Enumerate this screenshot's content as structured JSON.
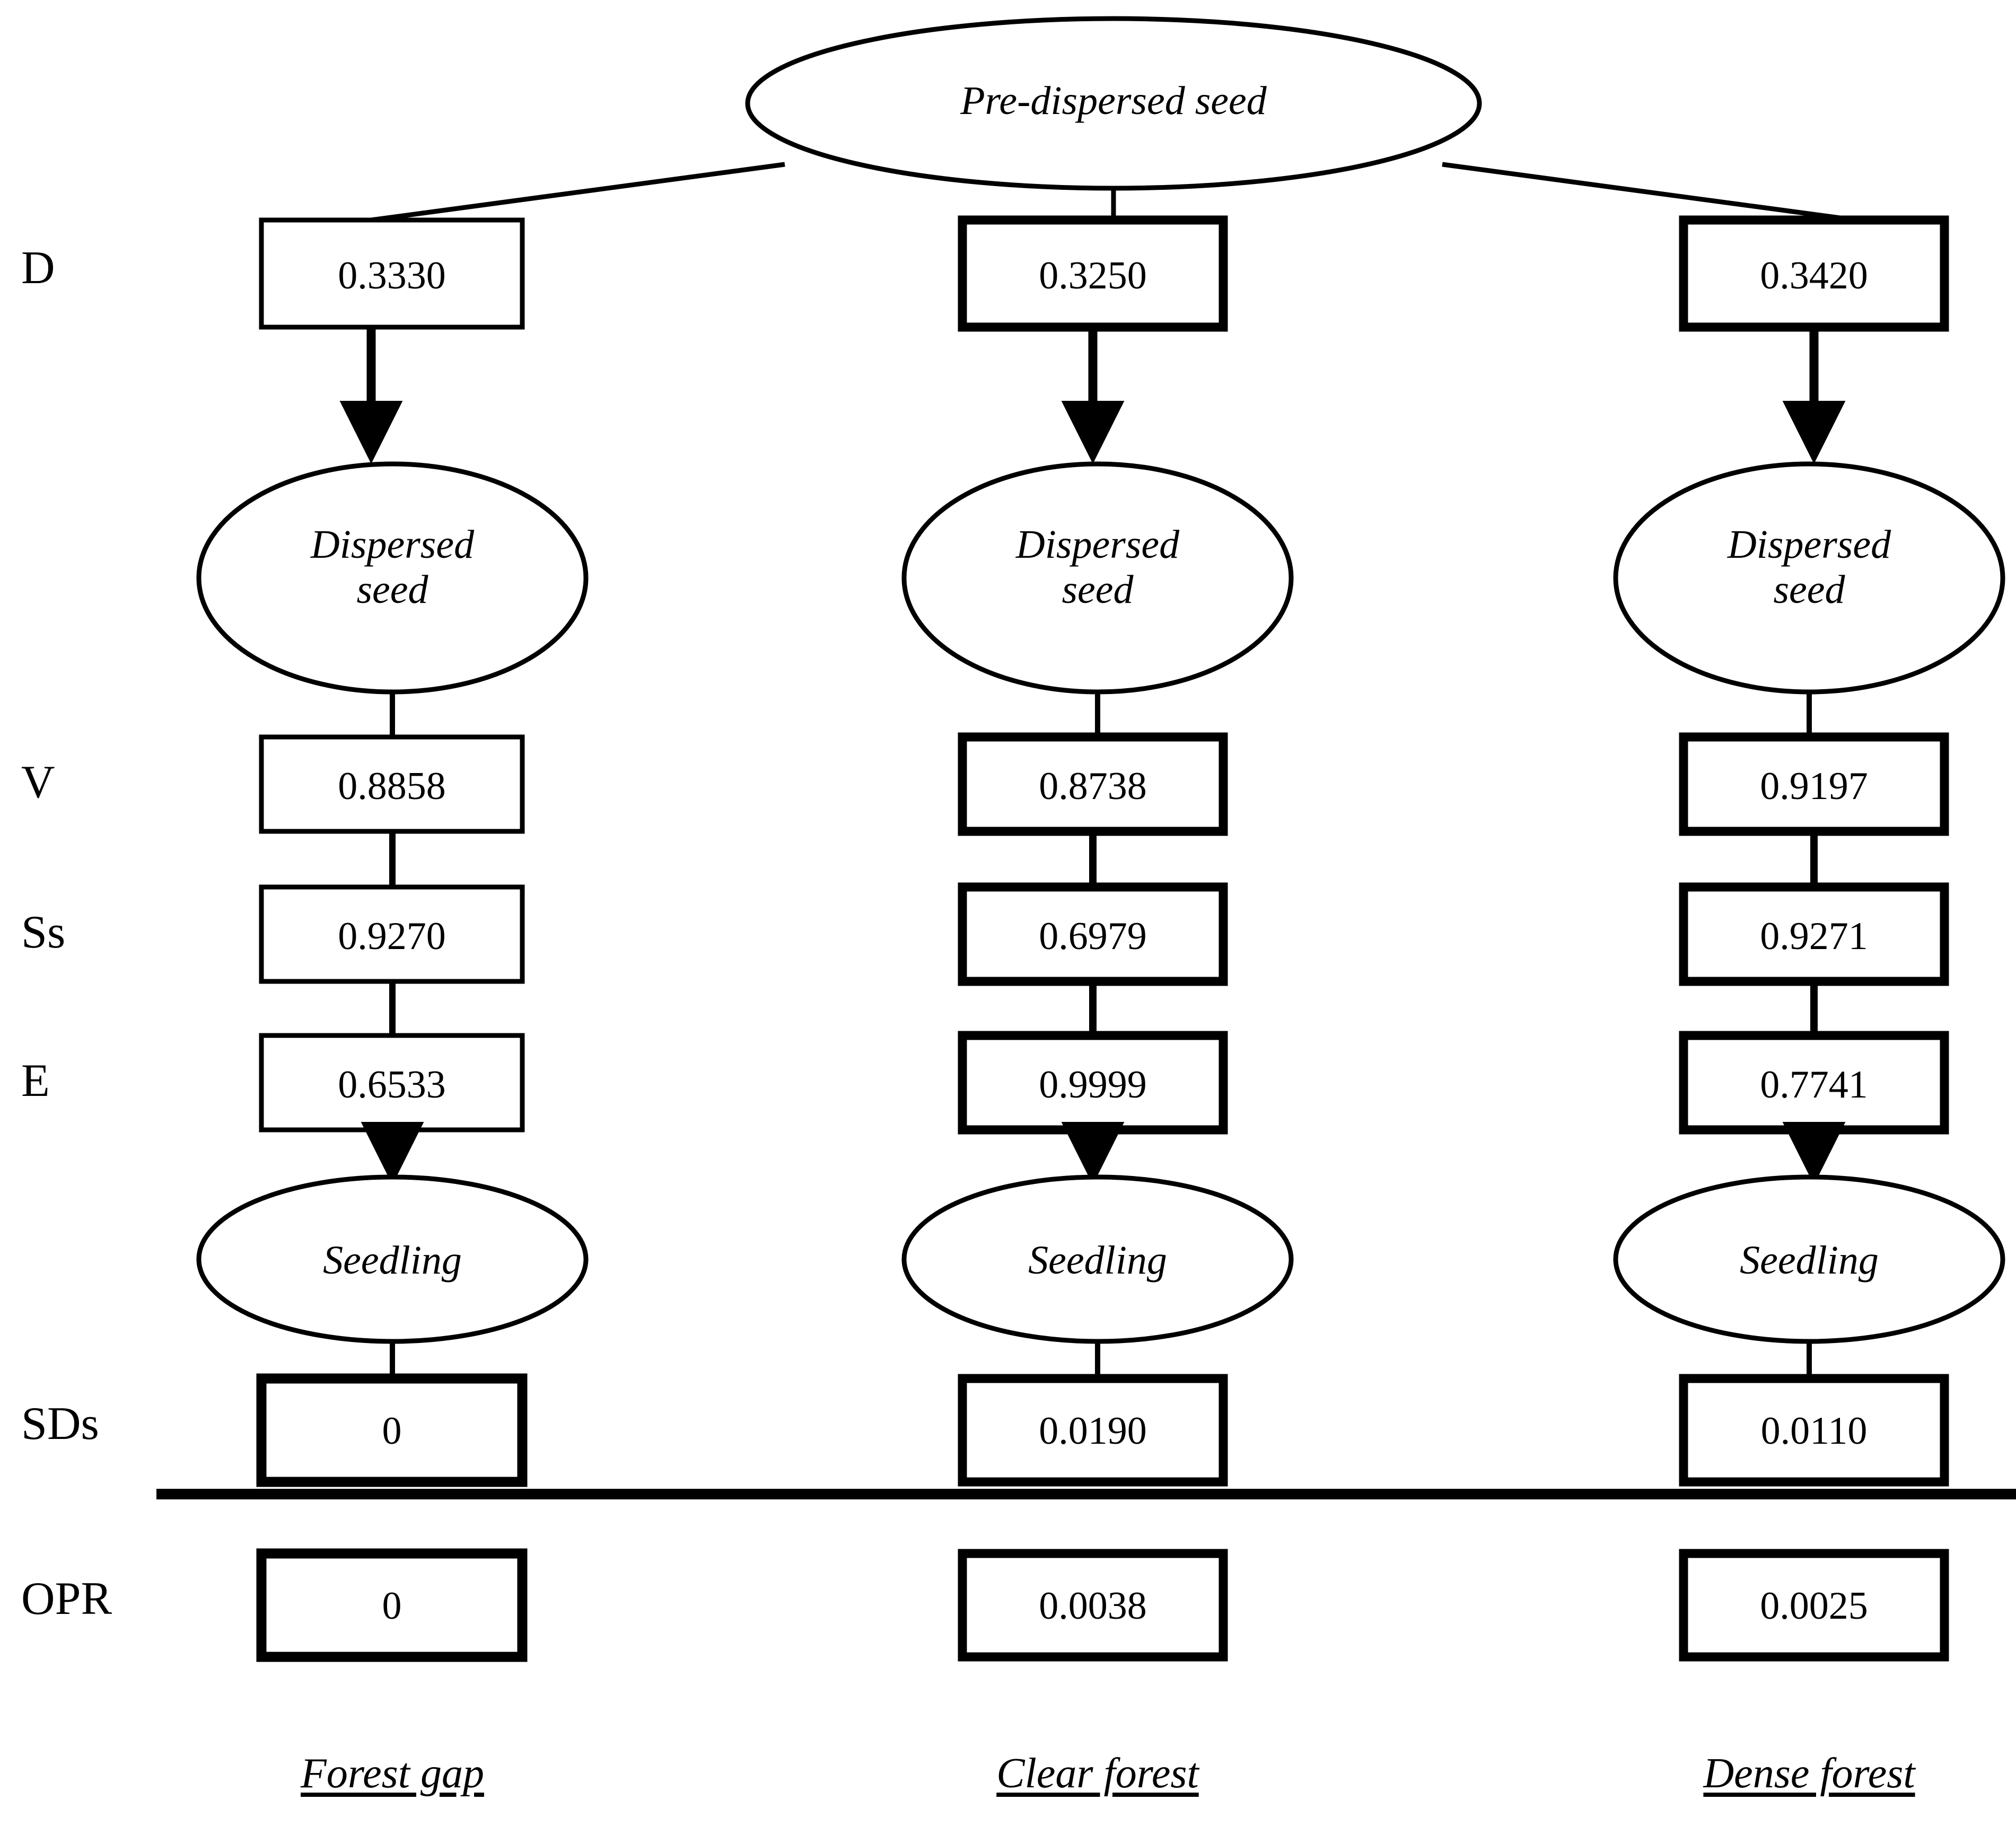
{
  "diagram": {
    "title_node": "Pre-dispersed seed",
    "separator_color": "#000000",
    "stroke_color": "#000000",
    "row_labels": {
      "d": "D",
      "v": "V",
      "ss": "Ss",
      "e": "E",
      "sds": "SDs",
      "opr": "OPR"
    },
    "columns": [
      {
        "caption": "Forest gap",
        "dispersed_label": "Dispersed\nseed",
        "seedling_label": "Seedling",
        "d": "0.3330",
        "v": "0.8858",
        "ss": "0.9270",
        "e": "0.6533",
        "sds": "0",
        "opr": "0"
      },
      {
        "caption": "Clear forest",
        "dispersed_label": "Dispersed\nseed",
        "seedling_label": "Seedling",
        "d": "0.3250",
        "v": "0.8738",
        "ss": "0.6979",
        "e": "0.9999",
        "sds": "0.0190",
        "opr": "0.0038"
      },
      {
        "caption": "Dense forest",
        "dispersed_label": "Dispersed\nseed",
        "seedling_label": "Seedling",
        "d": "0.3420",
        "v": "0.9197",
        "ss": "0.9271",
        "e": "0.7741",
        "sds": "0.0110",
        "opr": "0.0025"
      }
    ]
  },
  "chart_data": {
    "type": "diagram",
    "title": "Pre-dispersed seed transition probability diagram",
    "stages": [
      "D",
      "V",
      "Ss",
      "E",
      "SDs",
      "OPR"
    ],
    "categories": [
      "Forest gap",
      "Clear forest",
      "Dense forest"
    ],
    "series": [
      {
        "name": "D",
        "values": [
          0.333,
          0.325,
          0.342
        ]
      },
      {
        "name": "V",
        "values": [
          0.8858,
          0.8738,
          0.9197
        ]
      },
      {
        "name": "Ss",
        "values": [
          0.927,
          0.6979,
          0.9271
        ]
      },
      {
        "name": "E",
        "values": [
          0.6533,
          0.9999,
          0.7741
        ]
      },
      {
        "name": "SDs",
        "values": [
          0,
          0.019,
          0.011
        ]
      },
      {
        "name": "OPR",
        "values": [
          0,
          0.0038,
          0.0025
        ]
      }
    ],
    "nodes": [
      "Pre-dispersed seed",
      "Dispersed seed",
      "Seedling"
    ]
  }
}
